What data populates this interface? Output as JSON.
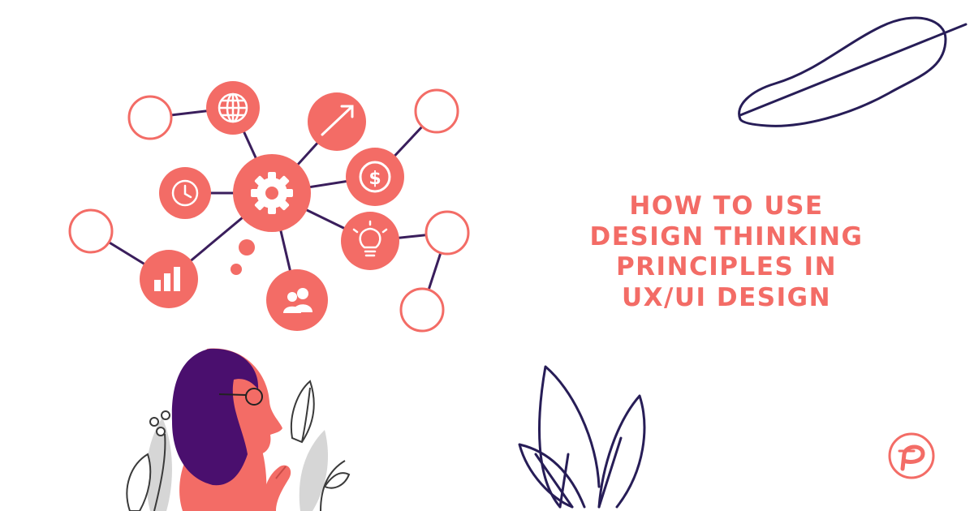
{
  "title_lines": [
    "HOW TO USE",
    "DESIGN THINKING",
    "PRINCIPLES IN",
    "UX/UI DESIGN"
  ],
  "icons": {
    "globe": "globe-icon",
    "arrow": "arrow-up-right-icon",
    "clock": "clock-icon",
    "gear": "gear-icon",
    "dollar": "dollar-icon",
    "lightbulb": "lightbulb-icon",
    "chart": "bar-chart-icon",
    "users": "users-icon",
    "logo": "brand-logo-icon"
  },
  "colors": {
    "accent": "#f36c66",
    "navy": "#271d57",
    "purple": "#4a0f6e",
    "gray": "#d6d6d6",
    "white": "#ffffff"
  }
}
